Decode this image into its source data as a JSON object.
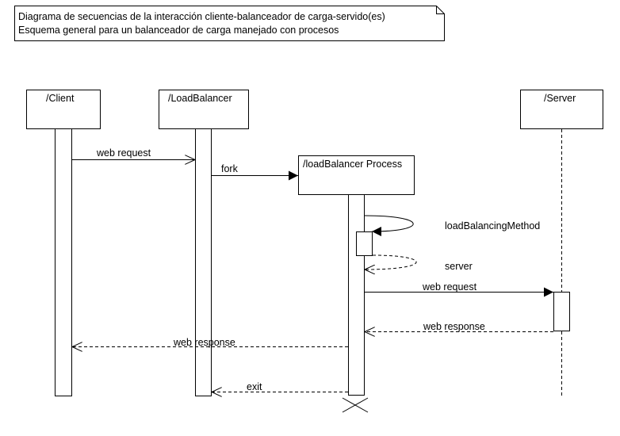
{
  "note": {
    "line1": "Diagrama de secuencias de la interacción cliente-balanceador de carga-servido(es)",
    "line2": "Esquema general para un balanceador de carga manejado con procesos"
  },
  "participants": {
    "client": "/Client",
    "loadbalancer": "/LoadBalancer",
    "process": "/loadBalancer Process",
    "server": "/Server"
  },
  "messages": {
    "web_request_1": "web request",
    "fork": "fork",
    "load_balancing_method": "loadBalancingMethod",
    "server_return": "server",
    "web_request_2": "web request",
    "web_response_1": "web response",
    "web_response_2": "web response",
    "exit": "exit"
  },
  "colors": {
    "stroke": "#000000",
    "background": "#ffffff"
  }
}
